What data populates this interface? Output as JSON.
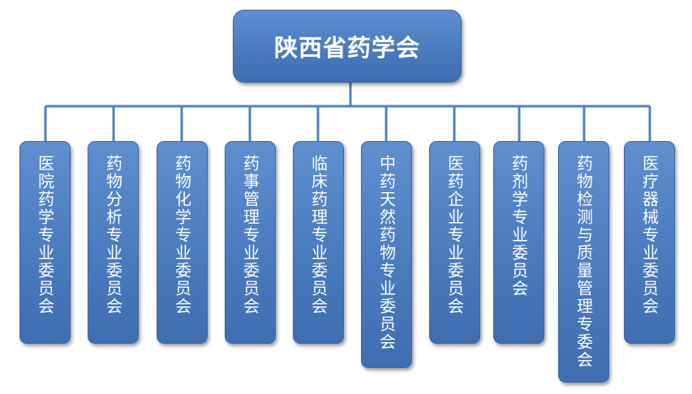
{
  "root": {
    "label": "陕西省药学会"
  },
  "committees": [
    {
      "label": "医院药学专业委员会"
    },
    {
      "label": "药物分析专业委员会"
    },
    {
      "label": "药物化学专业委员会"
    },
    {
      "label": "药事管理专业委员会"
    },
    {
      "label": "临床药理专业委员会"
    },
    {
      "label": "中药天然药物专业委员会"
    },
    {
      "label": "医药企业专业委员会"
    },
    {
      "label": "药剂学专业委员会"
    },
    {
      "label": "药物检测与质量管理专委会"
    },
    {
      "label": "医疗器械专业委员会"
    }
  ],
  "colors": {
    "box": "#4a7bbf",
    "line": "#4f81bd",
    "text": "#ffffff"
  }
}
